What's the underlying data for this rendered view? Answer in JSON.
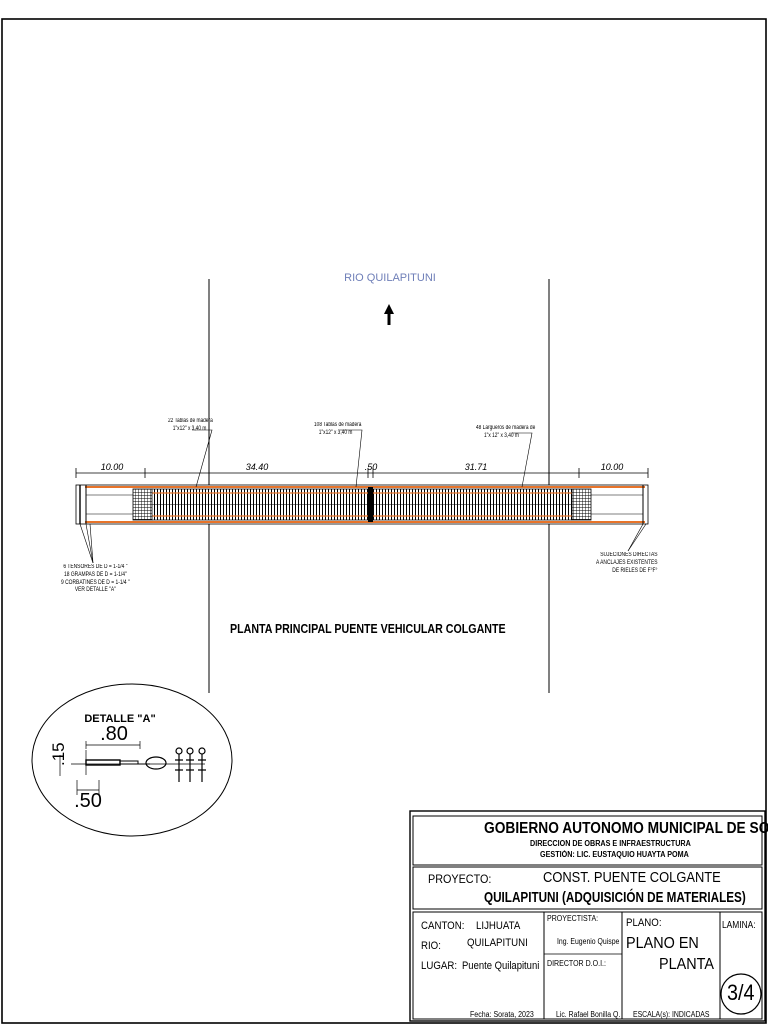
{
  "drawing": {
    "river_label": "RIO  QUILAPITUNI",
    "main_title": "PLANTA PRINCIPAL PUENTE VEHICULAR COLGANTE",
    "dimensions": [
      "10.00",
      "34.40",
      ".50",
      "31.71",
      "10.00"
    ],
    "callouts": {
      "tablas_22": [
        "22 Tablas de madera",
        "1\"x12\" x 3,40 m"
      ],
      "tablas_108": [
        "108 Tablas de madera",
        "1\"x12\" x 3,40 m"
      ],
      "largueros": [
        "48 Largueros de madera de",
        "1\"x 12\" x 3,40 m"
      ],
      "left_note": [
        "6 TENSORES DE D = 1-1/4 \"",
        "18 GRAMPAS DE D = 1-1/4\"",
        "9 CORBATINES DE D = 1-1/4 \"",
        "VER DETALLE \"A\""
      ],
      "right_note": [
        "SUJECIONES DIRECTAS",
        "A ANCLAJES EXISTENTES",
        "DE RIELES DE F°F°"
      ]
    },
    "detail": {
      "title": "DETALLE \"A\"",
      "dim_top": ".80",
      "dim_left": ".15",
      "dim_bottom": ".50"
    }
  },
  "title_block": {
    "org": "GOBIERNO AUTONOMO MUNICIPAL DE SORATA",
    "dept": "DIRECCION DE OBRAS E INFRAESTRUCTURA",
    "gestion": "GESTIÓN: LIC. EUSTAQUIO HUAYTA POMA",
    "proyecto_label": "PROYECTO:",
    "proyecto_line1": "CONST. PUENTE COLGANTE",
    "proyecto_line2": "QUILAPITUNI (ADQUISICIÓN DE MATERIALES)",
    "canton_label": "CANTON:",
    "canton_value": "LIJHUATA",
    "rio_label": "RIO:",
    "rio_value": "QUILAPITUNI",
    "lugar_label": "LUGAR:",
    "lugar_value": "Puente Quilapituni",
    "fecha": "Fecha: Sorata, 2023",
    "proyectista_label": "PROYECTISTA:",
    "proyectista_value": "Ing. Eugenio Quispe",
    "director_label": "DIRECTOR D.O.I.:",
    "director_value": "Lic. Rafael Bonilla Q.",
    "plano_label": "PLANO:",
    "plano_line1": "PLANO EN",
    "plano_line2": "PLANTA",
    "escala": "ESCALA(s): INDICADAS",
    "lamina_label": "LAMINA:",
    "lamina_value": "3/4"
  },
  "colors": {
    "orange": "#e8742a",
    "river_label": "#6f7fb8"
  }
}
